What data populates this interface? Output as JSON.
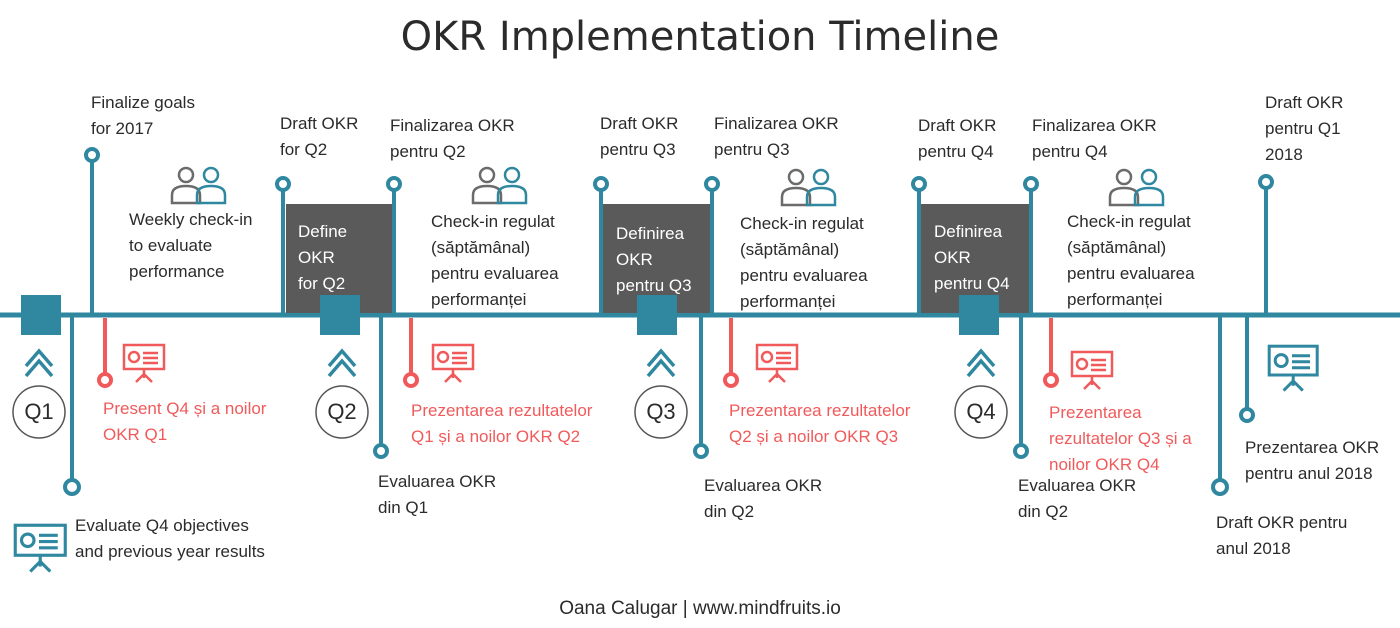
{
  "title": "OKR Implementation Timeline",
  "footer": "Oana Calugar | www.mindfruits.io",
  "colors": {
    "teal": "#2f87a0",
    "red": "#f05a5b",
    "dark_box": "#5a5a5a",
    "text": "#2b2b2b"
  },
  "quarters": [
    "Q1",
    "Q2",
    "Q3",
    "Q4"
  ],
  "top_milestones": [
    "Finalize goals\nfor 2017",
    "Draft OKR\nfor Q2",
    "Finalizarea OKR\npentru Q2",
    "Draft OKR\npentru Q3",
    "Finalizarea OKR\npentru Q3",
    "Draft OKR\npentru Q4",
    "Finalizarea OKR\npentru Q4",
    "Draft OKR\npentru Q1\n2018"
  ],
  "checkins": [
    "Weekly check-in\nto evaluate\nperformance",
    "Check-in regulat\n(săptămânal)\npentru evaluarea\nperformanței",
    "Check-in regulat\n(săptămânal)\npentru evaluarea\nperformanței",
    "Check-in regulat\n(săptămânal)\npentru evaluarea\nperformanței"
  ],
  "define_boxes": [
    "Define\nOKR\nfor Q2",
    "Definirea\nOKR\npentru Q3",
    "Definirea\nOKR\npentru Q4"
  ],
  "presentations": [
    "Present Q4 și a noilor\nOKR Q1",
    "Prezentarea rezultatelor\nQ1 și a noilor OKR Q2",
    "Prezentarea rezultatelor\nQ2 și a noilor OKR Q3",
    "Prezentarea\nrezultatelor Q3 și a\nnoilor OKR Q4"
  ],
  "bottom_milestones": [
    "Evaluate Q4 objectives\nand previous year results",
    "Evaluarea OKR\ndin Q1",
    "Evaluarea OKR\ndin Q2",
    "Evaluarea OKR\ndin Q2",
    "Prezentarea OKR\npentru anul 2018",
    "Draft OKR pentru\nanul 2018"
  ],
  "icons": [
    "people-icon",
    "presentation-board-icon",
    "chevron-up-icon"
  ]
}
